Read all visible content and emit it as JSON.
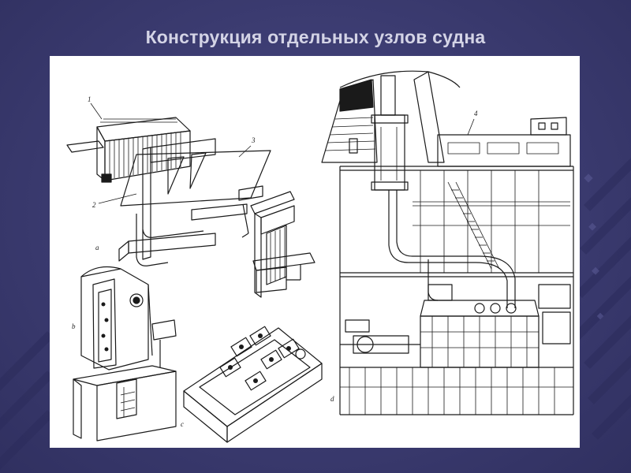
{
  "slide": {
    "title": "Конструкция отдельных узлов судна"
  },
  "figure": {
    "labels": {
      "callout_1": "1",
      "callout_2": "2",
      "callout_3": "3",
      "callout_4": "4",
      "panel_a": "a",
      "panel_b": "b",
      "panel_c": "c",
      "panel_d": "d"
    }
  },
  "colors": {
    "background": "#3d3d73",
    "title_text": "#d4d4e6",
    "figure_bg": "#ffffff",
    "ink": "#1a1a1a"
  }
}
